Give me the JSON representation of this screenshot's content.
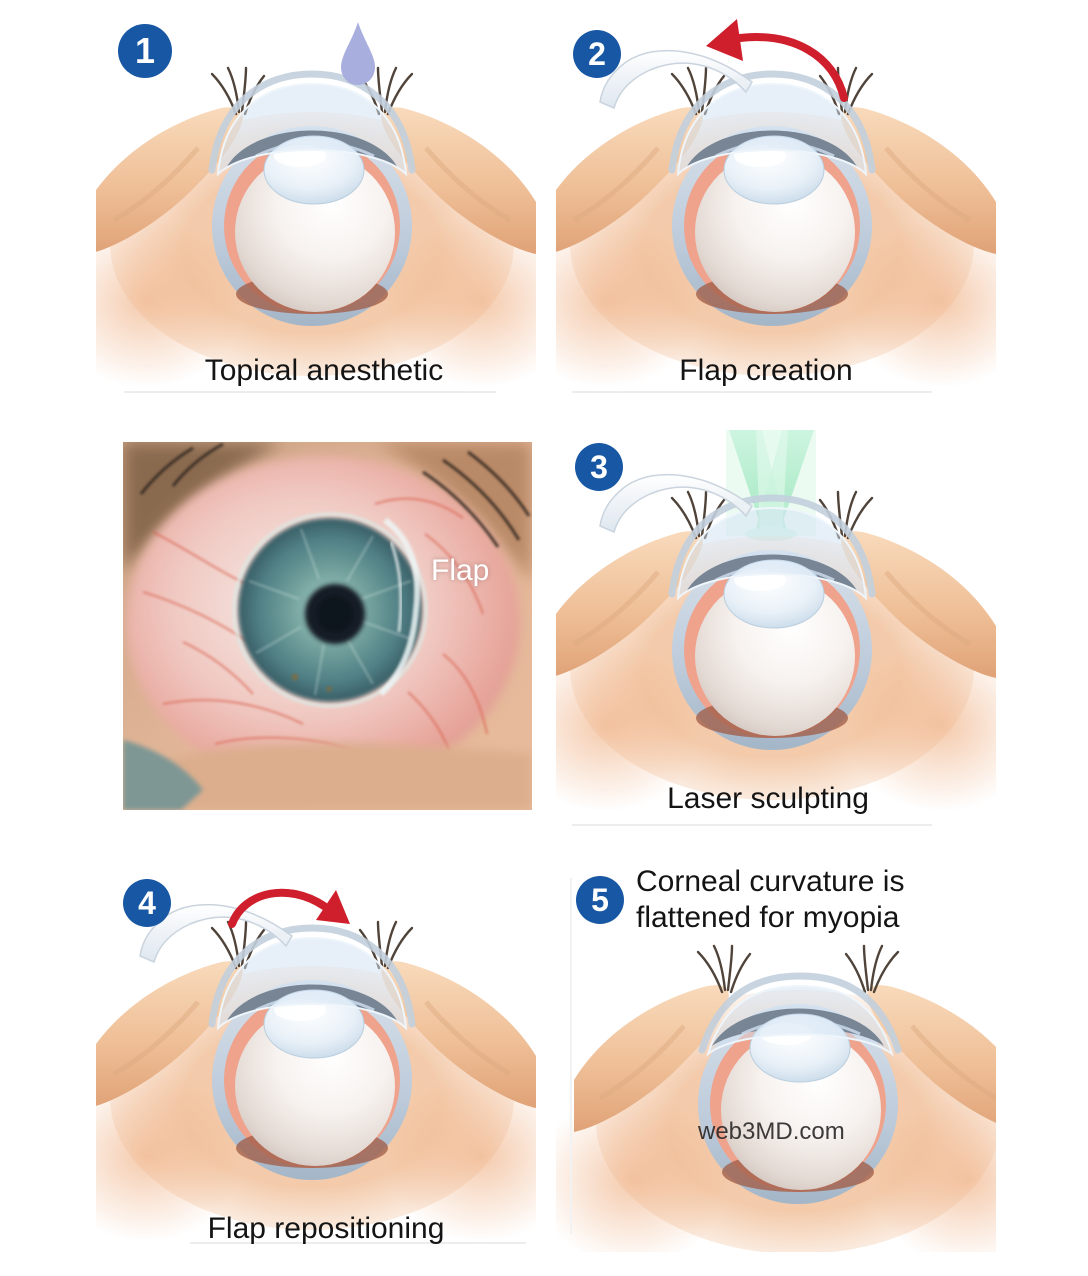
{
  "figure_type": "lasik-procedure-steps",
  "colors": {
    "badge_blue": "#1757a3",
    "arrow_red": "#d01f2c",
    "laser_green": "#9fe8c0",
    "drop_lavender": "#a8aedd",
    "caption_text": "#141414",
    "photo_label_white": "#ffffff",
    "skin_glow": "#f2c5a2"
  },
  "panels": [
    {
      "number": "1",
      "caption": "Topical anesthetic",
      "icon": "anesthetic-drop-icon"
    },
    {
      "number": "2",
      "caption": "Flap creation",
      "icon": "curved-arrow-left-icon"
    },
    {
      "number": "3",
      "caption": "Laser sculpting",
      "icon": "laser-beam-icon"
    },
    {
      "number": "4",
      "caption": "Flap repositioning",
      "icon": "curved-arrow-right-icon"
    },
    {
      "number": "5",
      "caption_line1": "Corneal curvature is",
      "caption_line2": "flattened for myopia",
      "watermark": "web3MD.com",
      "icon": "flattened-cornea"
    }
  ],
  "photo": {
    "label": "Flap"
  }
}
